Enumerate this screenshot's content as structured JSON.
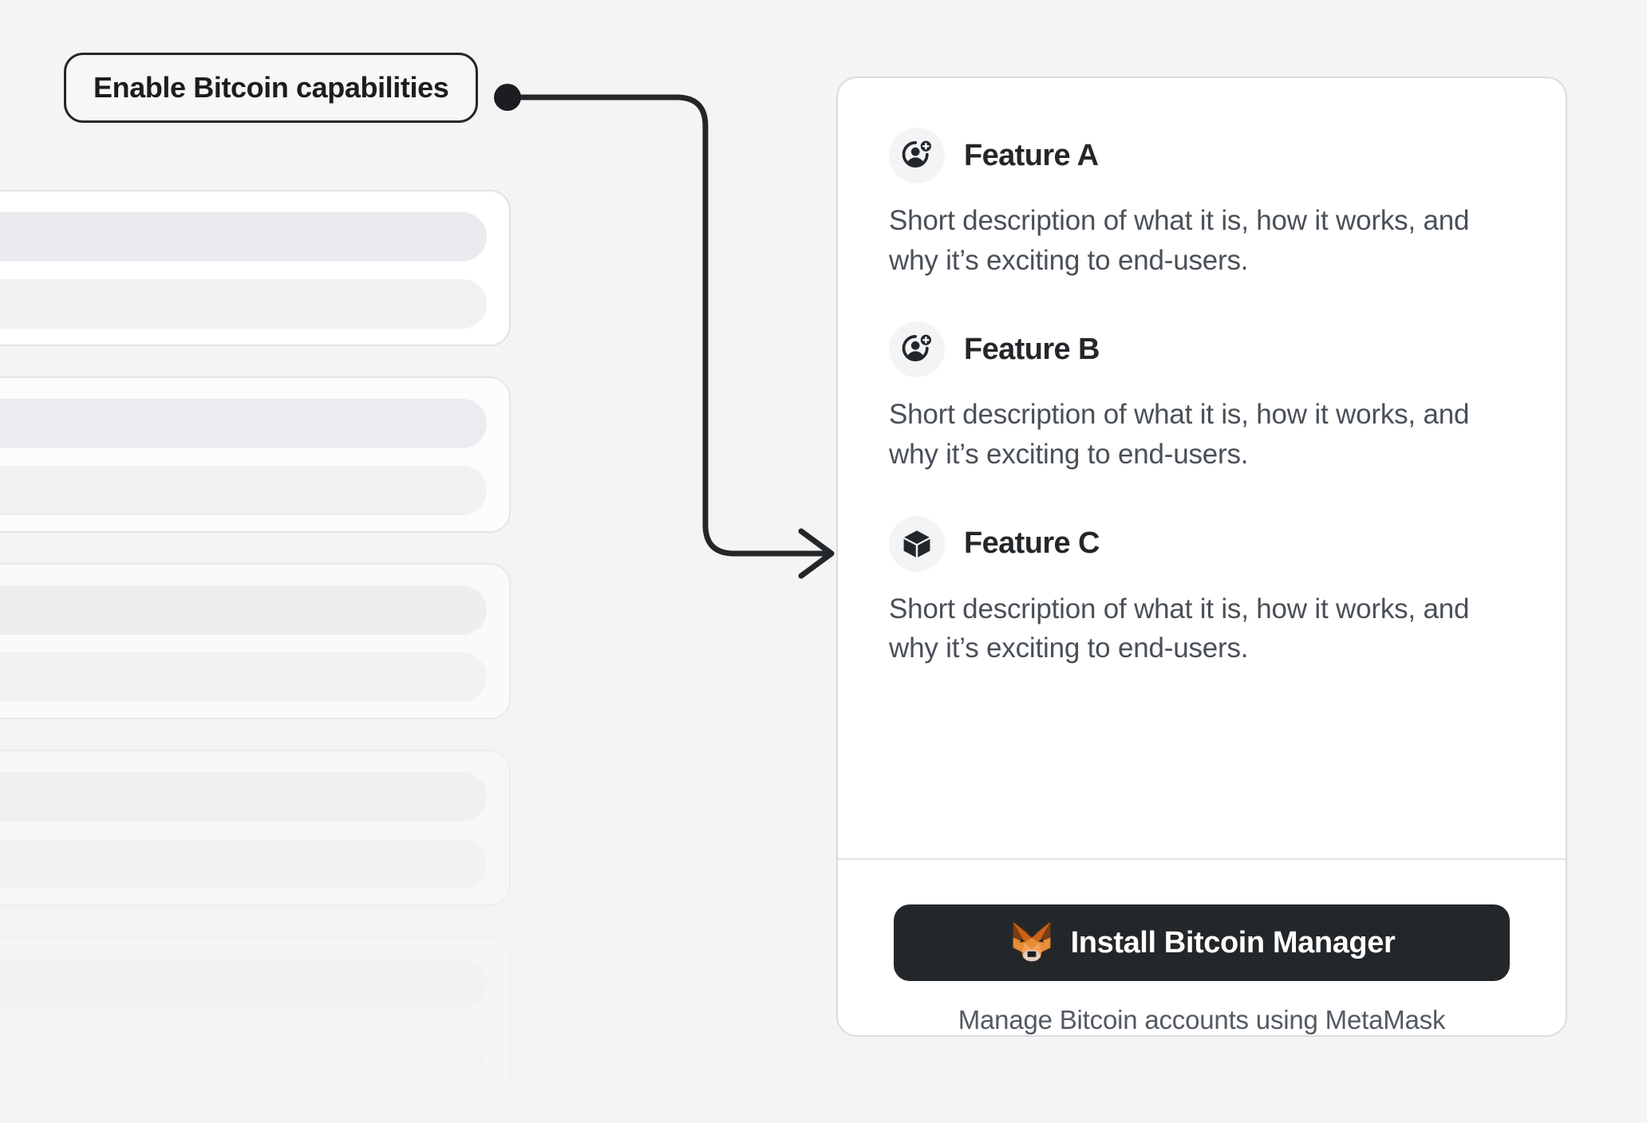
{
  "background": {
    "page_color": "#f4f4f4",
    "skeleton_cards": [
      {
        "name": "skeleton-card-1",
        "opacity": 1.0
      },
      {
        "name": "skeleton-card-2",
        "opacity": 0.8
      },
      {
        "name": "skeleton-card-3",
        "opacity": 0.58
      },
      {
        "name": "skeleton-card-4",
        "opacity": 0.36
      },
      {
        "name": "skeleton-card-5",
        "opacity": 0.16
      }
    ]
  },
  "callout": {
    "label": "Enable Bitcoin capabilities",
    "border_color": "#24272a",
    "dot_color": "#1b1d20"
  },
  "connector": {
    "stroke_color": "#24272a",
    "stroke_width": 7
  },
  "card": {
    "background": "#ffffff",
    "border_color": "#d9dce0",
    "features": [
      {
        "icon": "add-user-icon",
        "title": "Feature A",
        "description": "Short description of what it is, how it works, and why it’s exciting to end-users."
      },
      {
        "icon": "add-user-icon",
        "title": "Feature B",
        "description": "Short description of what it is, how it works, and why it’s exciting to end-users."
      },
      {
        "icon": "cube-icon",
        "title": "Feature C",
        "description": "Short description of what it is, how it works, and why it’s exciting to end-users."
      }
    ],
    "footer": {
      "button_label": "Install Bitcoin Manager",
      "button_icon": "metamask-fox-icon",
      "button_color": "#24272a",
      "button_text_color": "#ffffff",
      "caption": "Manage Bitcoin accounts using MetaMask",
      "fox_colors": {
        "orange": "#e88c35",
        "orange_light": "#f5a15c",
        "orange_dark": "#cd6116",
        "brown": "#763d16",
        "cream": "#e4cfc1"
      }
    }
  }
}
